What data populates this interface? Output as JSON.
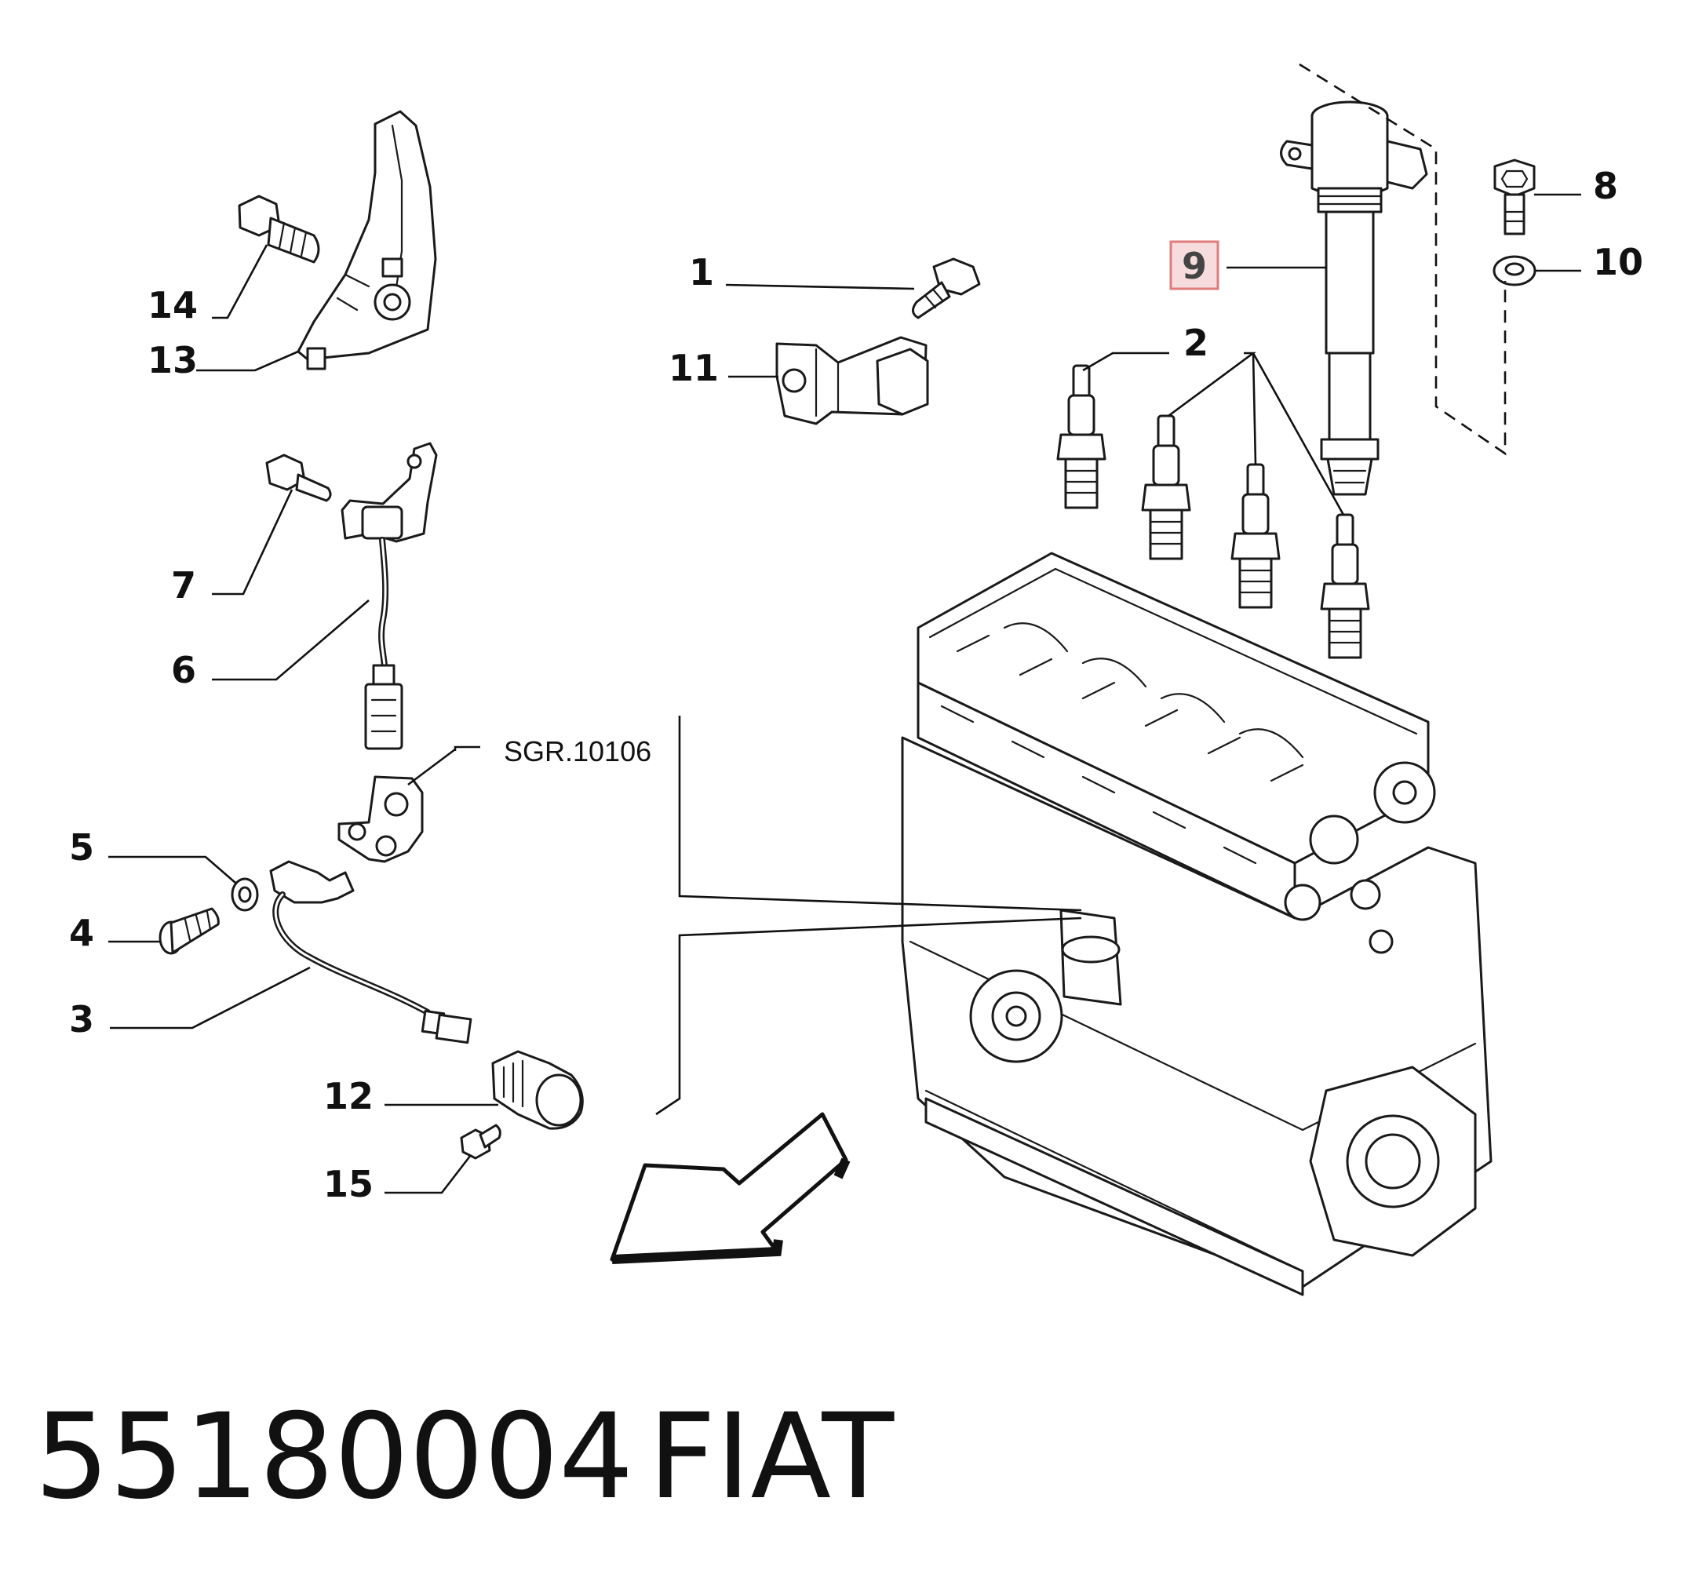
{
  "callouts": {
    "c1": "1",
    "c2": "2",
    "c3": "3",
    "c4": "4",
    "c5": "5",
    "c6": "6",
    "c7": "7",
    "c8": "8",
    "c9": "9",
    "c10": "10",
    "c11": "11",
    "c12": "12",
    "c13": "13",
    "c14": "14",
    "c15": "15"
  },
  "highlighted_callout": "9",
  "reference": "SGR.10106",
  "caption": {
    "part_number": "55180004",
    "brand": "FIAT"
  },
  "colors": {
    "highlight_border": "#e07b7b",
    "highlight_fill": "#f6dcdc",
    "ink": "#111111"
  }
}
